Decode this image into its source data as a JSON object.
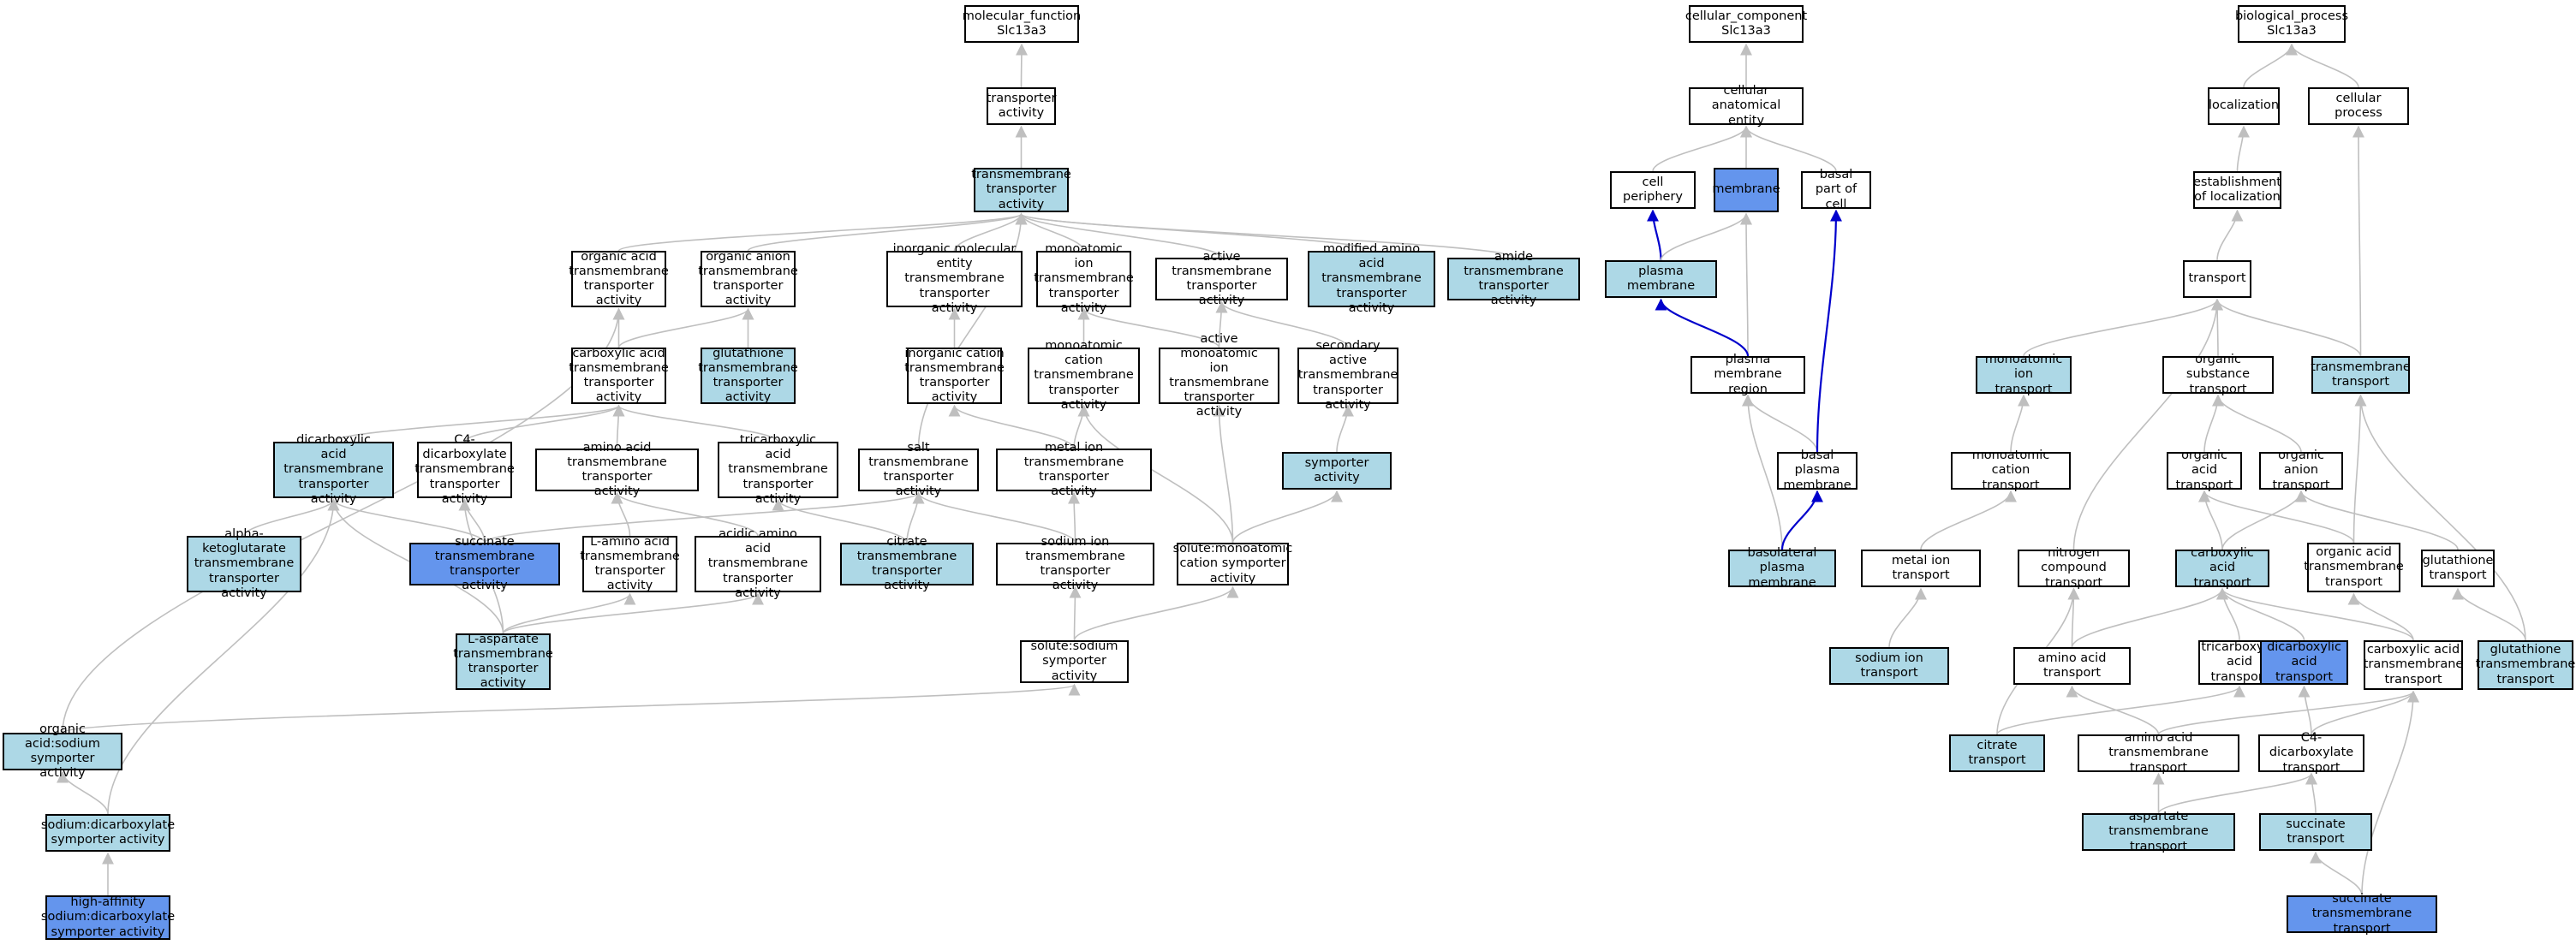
{
  "colors": {
    "plain": "#ffffff",
    "light": "#add8e6",
    "highlight": "#6495ed",
    "edge_gray": "#bfbfbf",
    "edge_blue": "#0000cc"
  },
  "nodes": [
    {
      "id": "mf_root",
      "label": "molecular_function\nSlc13a3",
      "fill": "plain"
    },
    {
      "id": "transporter_activity",
      "label": "transporter\nactivity",
      "fill": "plain"
    },
    {
      "id": "tm_transporter",
      "label": "transmembrane\ntransporter\nactivity",
      "fill": "light"
    },
    {
      "id": "organic_acid_tm",
      "label": "organic acid\ntransmembrane\ntransporter\nactivity",
      "fill": "plain"
    },
    {
      "id": "organic_anion_tm",
      "label": "organic anion\ntransmembrane\ntransporter\nactivity",
      "fill": "plain"
    },
    {
      "id": "inorganic_molecular_tm",
      "label": "inorganic molecular\nentity transmembrane\ntransporter\nactivity",
      "fill": "plain"
    },
    {
      "id": "monoatomic_ion_tm",
      "label": "monoatomic ion\ntransmembrane\ntransporter\nactivity",
      "fill": "plain"
    },
    {
      "id": "active_tm",
      "label": "active transmembrane\ntransporter\nactivity",
      "fill": "plain"
    },
    {
      "id": "modified_amino_tm",
      "label": "modified amino\nacid transmembrane\ntransporter\nactivity",
      "fill": "light"
    },
    {
      "id": "amide_tm",
      "label": "amide transmembrane\ntransporter\nactivity",
      "fill": "light"
    },
    {
      "id": "carboxylic_acid_tm",
      "label": "carboxylic acid\ntransmembrane\ntransporter\nactivity",
      "fill": "plain"
    },
    {
      "id": "glutathione_tm",
      "label": "glutathione\ntransmembrane\ntransporter\nactivity",
      "fill": "light"
    },
    {
      "id": "inorganic_cation_tm",
      "label": "inorganic cation\ntransmembrane\ntransporter\nactivity",
      "fill": "plain"
    },
    {
      "id": "monoatomic_cation_tm",
      "label": "monoatomic cation\ntransmembrane\ntransporter\nactivity",
      "fill": "plain"
    },
    {
      "id": "active_monoatomic_ion",
      "label": "active monoatomic\nion transmembrane\ntransporter\nactivity",
      "fill": "plain"
    },
    {
      "id": "secondary_active",
      "label": "secondary active\ntransmembrane\ntransporter\nactivity",
      "fill": "plain"
    },
    {
      "id": "dicarboxylic_tm",
      "label": "dicarboxylic\nacid transmembrane\ntransporter\nactivity",
      "fill": "light"
    },
    {
      "id": "c4_dicarboxylate_tm",
      "label": "C4-dicarboxylate\ntransmembrane\ntransporter\nactivity",
      "fill": "plain"
    },
    {
      "id": "amino_acid_tm",
      "label": "amino acid transmembrane\ntransporter\nactivity",
      "fill": "plain"
    },
    {
      "id": "tricarboxylic_tm",
      "label": "tricarboxylic\nacid transmembrane\ntransporter\nactivity",
      "fill": "plain"
    },
    {
      "id": "salt_tm",
      "label": "salt transmembrane\ntransporter\nactivity",
      "fill": "plain"
    },
    {
      "id": "metal_ion_tm",
      "label": "metal ion transmembrane\ntransporter\nactivity",
      "fill": "plain"
    },
    {
      "id": "symporter",
      "label": "symporter activity",
      "fill": "light"
    },
    {
      "id": "alpha_kg_tm",
      "label": "alpha-ketoglutarate\ntransmembrane\ntransporter\nactivity",
      "fill": "light"
    },
    {
      "id": "succinate_tm",
      "label": "succinate transmembrane\ntransporter\nactivity",
      "fill": "highlight"
    },
    {
      "id": "l_amino_acid_tm",
      "label": "L-amino acid\ntransmembrane\ntransporter\nactivity",
      "fill": "plain"
    },
    {
      "id": "acidic_amino_tm",
      "label": "acidic amino\nacid transmembrane\ntransporter\nactivity",
      "fill": "plain"
    },
    {
      "id": "citrate_tm",
      "label": "citrate transmembrane\ntransporter\nactivity",
      "fill": "light"
    },
    {
      "id": "sodium_ion_tm",
      "label": "sodium ion transmembrane\ntransporter\nactivity",
      "fill": "plain"
    },
    {
      "id": "solute_monoatomic_symporter",
      "label": "solute:monoatomic\ncation symporter\nactivity",
      "fill": "plain"
    },
    {
      "id": "l_aspartate_tm",
      "label": "L-aspartate\ntransmembrane\ntransporter\nactivity",
      "fill": "light"
    },
    {
      "id": "solute_sodium_symporter",
      "label": "solute:sodium\nsymporter activity",
      "fill": "plain"
    },
    {
      "id": "organic_acid_sodium",
      "label": "organic acid:sodium\nsymporter activity",
      "fill": "light"
    },
    {
      "id": "sodium_dicarboxylate",
      "label": "sodium:dicarboxylate\nsymporter activity",
      "fill": "light"
    },
    {
      "id": "high_affinity",
      "label": "high-affinity\nsodium:dicarboxylate\nsymporter activity",
      "fill": "highlight"
    },
    {
      "id": "cc_root",
      "label": "cellular_component\nSlc13a3",
      "fill": "plain"
    },
    {
      "id": "cellular_anatomical",
      "label": "cellular anatomical\nentity",
      "fill": "plain"
    },
    {
      "id": "cell_periphery",
      "label": "cell periphery",
      "fill": "plain"
    },
    {
      "id": "membrane",
      "label": "membrane",
      "fill": "highlight"
    },
    {
      "id": "basal_part",
      "label": "basal part of\ncell",
      "fill": "plain"
    },
    {
      "id": "plasma_membrane",
      "label": "plasma membrane",
      "fill": "light"
    },
    {
      "id": "plasma_membrane_region",
      "label": "plasma membrane\nregion",
      "fill": "plain"
    },
    {
      "id": "basal_plasma_membrane",
      "label": "basal plasma\nmembrane",
      "fill": "plain"
    },
    {
      "id": "basolateral_pm",
      "label": "basolateral\nplasma membrane",
      "fill": "light"
    },
    {
      "id": "bp_root",
      "label": "biological_process\nSlc13a3",
      "fill": "plain"
    },
    {
      "id": "localization",
      "label": "localization",
      "fill": "plain"
    },
    {
      "id": "cellular_process",
      "label": "cellular process",
      "fill": "plain"
    },
    {
      "id": "establishment_loc",
      "label": "establishment\nof localization",
      "fill": "plain"
    },
    {
      "id": "transport",
      "label": "transport",
      "fill": "plain"
    },
    {
      "id": "monoatomic_ion_transport",
      "label": "monoatomic ion\ntransport",
      "fill": "light"
    },
    {
      "id": "organic_substance_transport",
      "label": "organic substance\ntransport",
      "fill": "plain"
    },
    {
      "id": "transmembrane_transport",
      "label": "transmembrane\ntransport",
      "fill": "light"
    },
    {
      "id": "monoatomic_cation_transport",
      "label": "monoatomic cation\ntransport",
      "fill": "plain"
    },
    {
      "id": "organic_acid_transport",
      "label": "organic acid\ntransport",
      "fill": "plain"
    },
    {
      "id": "organic_anion_transport",
      "label": "organic anion\ntransport",
      "fill": "plain"
    },
    {
      "id": "metal_ion_transport",
      "label": "metal ion transport",
      "fill": "plain"
    },
    {
      "id": "nitrogen_compound_transport",
      "label": "nitrogen compound\ntransport",
      "fill": "plain"
    },
    {
      "id": "carboxylic_acid_transport",
      "label": "carboxylic acid\ntransport",
      "fill": "light"
    },
    {
      "id": "organic_acid_tm_transport",
      "label": "organic acid\ntransmembrane\ntransport",
      "fill": "plain"
    },
    {
      "id": "glutathione_transport",
      "label": "glutathione\ntransport",
      "fill": "plain"
    },
    {
      "id": "sodium_ion_transport",
      "label": "sodium ion transport",
      "fill": "light"
    },
    {
      "id": "amino_acid_transport",
      "label": "amino acid transport",
      "fill": "plain"
    },
    {
      "id": "tricarboxylic_transport",
      "label": "tricarboxylic\nacid transport",
      "fill": "plain"
    },
    {
      "id": "dicarboxylic_transport",
      "label": "dicarboxylic\nacid transport",
      "fill": "highlight"
    },
    {
      "id": "carboxylic_acid_tm_transport",
      "label": "carboxylic acid\ntransmembrane\ntransport",
      "fill": "plain"
    },
    {
      "id": "glutathione_tm_transport",
      "label": "glutathione\ntransmembrane\ntransport",
      "fill": "light"
    },
    {
      "id": "citrate_transport",
      "label": "citrate transport",
      "fill": "light"
    },
    {
      "id": "amino_acid_tm_transport",
      "label": "amino acid transmembrane\ntransport",
      "fill": "plain"
    },
    {
      "id": "c4_dicarboxylate_transport",
      "label": "C4-dicarboxylate\ntransport",
      "fill": "plain"
    },
    {
      "id": "aspartate_tm_transport",
      "label": "aspartate transmembrane\ntransport",
      "fill": "light"
    },
    {
      "id": "succinate_transport",
      "label": "succinate transport",
      "fill": "light"
    },
    {
      "id": "succinate_tm_transport",
      "label": "succinate transmembrane\ntransport",
      "fill": "highlight"
    }
  ],
  "edges": [
    {
      "from": "transporter_activity",
      "to": "mf_root"
    },
    {
      "from": "tm_transporter",
      "to": "transporter_activity"
    },
    {
      "from": "organic_acid_tm",
      "to": "tm_transporter"
    },
    {
      "from": "organic_anion_tm",
      "to": "tm_transporter"
    },
    {
      "from": "inorganic_molecular_tm",
      "to": "tm_transporter"
    },
    {
      "from": "monoatomic_ion_tm",
      "to": "tm_transporter"
    },
    {
      "from": "active_tm",
      "to": "tm_transporter"
    },
    {
      "from": "modified_amino_tm",
      "to": "tm_transporter"
    },
    {
      "from": "amide_tm",
      "to": "tm_transporter"
    },
    {
      "from": "salt_tm",
      "to": "tm_transporter"
    },
    {
      "from": "carboxylic_acid_tm",
      "to": "organic_acid_tm"
    },
    {
      "from": "carboxylic_acid_tm",
      "to": "organic_anion_tm"
    },
    {
      "from": "glutathione_tm",
      "to": "organic_anion_tm"
    },
    {
      "from": "organic_acid_sodium",
      "to": "organic_acid_tm"
    },
    {
      "from": "inorganic_cation_tm",
      "to": "inorganic_molecular_tm"
    },
    {
      "from": "monoatomic_cation_tm",
      "to": "monoatomic_ion_tm"
    },
    {
      "from": "active_monoatomic_ion",
      "to": "monoatomic_ion_tm"
    },
    {
      "from": "active_monoatomic_ion",
      "to": "active_tm"
    },
    {
      "from": "secondary_active",
      "to": "active_tm"
    },
    {
      "from": "symporter",
      "to": "secondary_active"
    },
    {
      "from": "dicarboxylic_tm",
      "to": "carboxylic_acid_tm"
    },
    {
      "from": "c4_dicarboxylate_tm",
      "to": "carboxylic_acid_tm"
    },
    {
      "from": "amino_acid_tm",
      "to": "carboxylic_acid_tm"
    },
    {
      "from": "tricarboxylic_tm",
      "to": "carboxylic_acid_tm"
    },
    {
      "from": "metal_ion_tm",
      "to": "inorganic_cation_tm"
    },
    {
      "from": "metal_ion_tm",
      "to": "monoatomic_cation_tm"
    },
    {
      "from": "solute_monoatomic_symporter",
      "to": "monoatomic_cation_tm"
    },
    {
      "from": "solute_monoatomic_symporter",
      "to": "active_monoatomic_ion"
    },
    {
      "from": "solute_monoatomic_symporter",
      "to": "symporter"
    },
    {
      "from": "alpha_kg_tm",
      "to": "dicarboxylic_tm"
    },
    {
      "from": "succinate_tm",
      "to": "dicarboxylic_tm"
    },
    {
      "from": "succinate_tm",
      "to": "c4_dicarboxylate_tm"
    },
    {
      "from": "succinate_tm",
      "to": "salt_tm"
    },
    {
      "from": "l_aspartate_tm",
      "to": "dicarboxylic_tm"
    },
    {
      "from": "l_aspartate_tm",
      "to": "c4_dicarboxylate_tm"
    },
    {
      "from": "l_aspartate_tm",
      "to": "l_amino_acid_tm"
    },
    {
      "from": "l_aspartate_tm",
      "to": "acidic_amino_tm"
    },
    {
      "from": "l_amino_acid_tm",
      "to": "amino_acid_tm"
    },
    {
      "from": "acidic_amino_tm",
      "to": "amino_acid_tm"
    },
    {
      "from": "citrate_tm",
      "to": "tricarboxylic_tm"
    },
    {
      "from": "citrate_tm",
      "to": "salt_tm"
    },
    {
      "from": "sodium_ion_tm",
      "to": "salt_tm"
    },
    {
      "from": "sodium_ion_tm",
      "to": "metal_ion_tm"
    },
    {
      "from": "solute_sodium_symporter",
      "to": "sodium_ion_tm"
    },
    {
      "from": "solute_sodium_symporter",
      "to": "solute_monoatomic_symporter"
    },
    {
      "from": "organic_acid_sodium",
      "to": "solute_sodium_symporter"
    },
    {
      "from": "sodium_dicarboxylate",
      "to": "organic_acid_sodium"
    },
    {
      "from": "sodium_dicarboxylate",
      "to": "dicarboxylic_tm"
    },
    {
      "from": "high_affinity",
      "to": "sodium_dicarboxylate"
    },
    {
      "from": "cellular_anatomical",
      "to": "cc_root"
    },
    {
      "from": "cell_periphery",
      "to": "cellular_anatomical"
    },
    {
      "from": "membrane",
      "to": "cellular_anatomical"
    },
    {
      "from": "basal_part",
      "to": "cellular_anatomical"
    },
    {
      "from": "plasma_membrane",
      "to": "cell_periphery",
      "relation": "part_of"
    },
    {
      "from": "plasma_membrane",
      "to": "membrane"
    },
    {
      "from": "plasma_membrane_region",
      "to": "membrane"
    },
    {
      "from": "plasma_membrane_region",
      "to": "plasma_membrane",
      "relation": "part_of"
    },
    {
      "from": "basal_plasma_membrane",
      "to": "plasma_membrane_region"
    },
    {
      "from": "basal_plasma_membrane",
      "to": "basal_part",
      "relation": "part_of"
    },
    {
      "from": "basolateral_pm",
      "to": "plasma_membrane_region"
    },
    {
      "from": "basolateral_pm",
      "to": "basal_plasma_membrane",
      "relation": "part_of"
    },
    {
      "from": "localization",
      "to": "bp_root"
    },
    {
      "from": "cellular_process",
      "to": "bp_root"
    },
    {
      "from": "establishment_loc",
      "to": "localization"
    },
    {
      "from": "transport",
      "to": "establishment_loc"
    },
    {
      "from": "transmembrane_transport",
      "to": "cellular_process"
    },
    {
      "from": "monoatomic_ion_transport",
      "to": "transport"
    },
    {
      "from": "organic_substance_transport",
      "to": "transport"
    },
    {
      "from": "transmembrane_transport",
      "to": "transport"
    },
    {
      "from": "nitrogen_compound_transport",
      "to": "transport"
    },
    {
      "from": "monoatomic_cation_transport",
      "to": "monoatomic_ion_transport"
    },
    {
      "from": "organic_acid_transport",
      "to": "organic_substance_transport"
    },
    {
      "from": "organic_anion_transport",
      "to": "organic_substance_transport"
    },
    {
      "from": "metal_ion_transport",
      "to": "monoatomic_cation_transport"
    },
    {
      "from": "sodium_ion_transport",
      "to": "metal_ion_transport"
    },
    {
      "from": "carboxylic_acid_transport",
      "to": "organic_acid_transport"
    },
    {
      "from": "carboxylic_acid_transport",
      "to": "organic_anion_transport"
    },
    {
      "from": "organic_acid_tm_transport",
      "to": "organic_acid_transport"
    },
    {
      "from": "organic_acid_tm_transport",
      "to": "transmembrane_transport"
    },
    {
      "from": "glutathione_transport",
      "to": "organic_anion_transport"
    },
    {
      "from": "glutathione_tm_transport",
      "to": "glutathione_transport"
    },
    {
      "from": "glutathione_tm_transport",
      "to": "transmembrane_transport"
    },
    {
      "from": "amino_acid_transport",
      "to": "carboxylic_acid_transport"
    },
    {
      "from": "amino_acid_transport",
      "to": "nitrogen_compound_transport"
    },
    {
      "from": "tricarboxylic_transport",
      "to": "carboxylic_acid_transport"
    },
    {
      "from": "dicarboxylic_transport",
      "to": "carboxylic_acid_transport"
    },
    {
      "from": "carboxylic_acid_tm_transport",
      "to": "carboxylic_acid_transport"
    },
    {
      "from": "carboxylic_acid_tm_transport",
      "to": "organic_acid_tm_transport"
    },
    {
      "from": "citrate_transport",
      "to": "tricarboxylic_transport"
    },
    {
      "from": "citrate_transport",
      "to": "nitrogen_compound_transport"
    },
    {
      "from": "amino_acid_tm_transport",
      "to": "amino_acid_transport"
    },
    {
      "from": "amino_acid_tm_transport",
      "to": "carboxylic_acid_tm_transport"
    },
    {
      "from": "c4_dicarboxylate_transport",
      "to": "dicarboxylic_transport"
    },
    {
      "from": "c4_dicarboxylate_transport",
      "to": "carboxylic_acid_tm_transport"
    },
    {
      "from": "aspartate_tm_transport",
      "to": "amino_acid_tm_transport"
    },
    {
      "from": "aspartate_tm_transport",
      "to": "c4_dicarboxylate_transport"
    },
    {
      "from": "succinate_transport",
      "to": "c4_dicarboxylate_transport"
    },
    {
      "from": "succinate_tm_transport",
      "to": "succinate_transport"
    },
    {
      "from": "succinate_tm_transport",
      "to": "carboxylic_acid_tm_transport"
    }
  ]
}
